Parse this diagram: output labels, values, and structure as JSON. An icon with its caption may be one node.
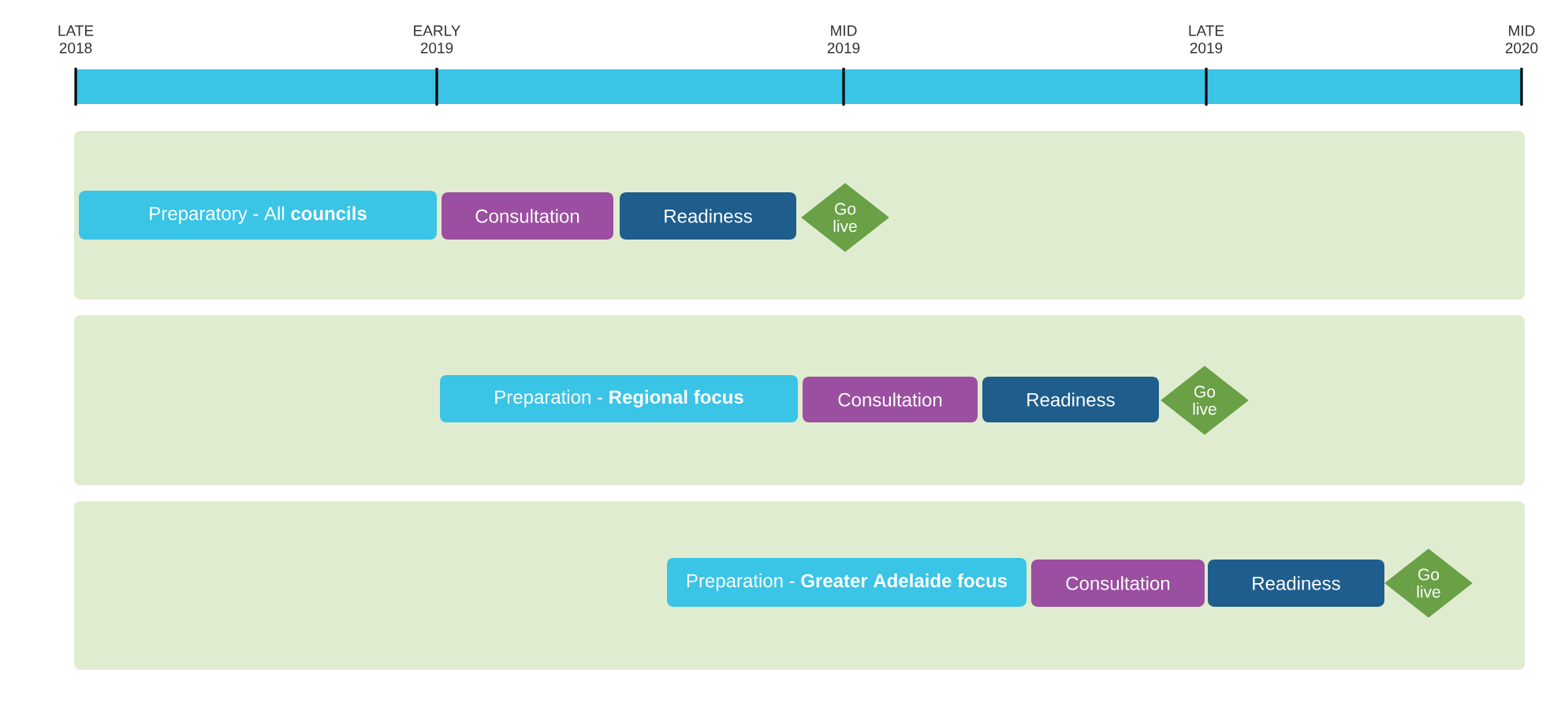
{
  "diagram": {
    "nodes": [
      {
        "text": [],
        "shape": "band"
      },
      {
        "text": [
          "Preparatory - All **councils**"
        ],
        "in": 0
      },
      {
        "text": [
          "Consultation"
        ],
        "in": 0
      },
      {
        "text": [
          "Readiness"
        ],
        "in": 0
      },
      {
        "text": [
          "Go live"
        ],
        "in": 0
      },
      {
        "text": [],
        "shape": "band"
      },
      {
        "text": [
          "Preparation - **Regional focus**"
        ],
        "in": 5
      },
      {
        "text": [
          "Consultation"
        ],
        "in": 5
      },
      {
        "text": [
          "Readiness"
        ],
        "in": 5
      },
      {
        "text": [
          "Go live"
        ],
        "in": 5
      },
      {
        "text": [],
        "shape": "band"
      },
      {
        "text": [
          "Preparation - **Greater Adelaide focus**"
        ],
        "in": 10
      },
      {
        "text": [
          "Consultation"
        ],
        "in": 10
      },
      {
        "text": [
          "Readiness"
        ],
        "in": 10
      },
      {
        "text": [
          "Go live"
        ],
        "in": 10
      }
    ],
    "labels": [
      "LATE 2018",
      "EARLY 2019",
      "MID 2019",
      "LATE 2019",
      "MID 2020"
    ]
  }
}
